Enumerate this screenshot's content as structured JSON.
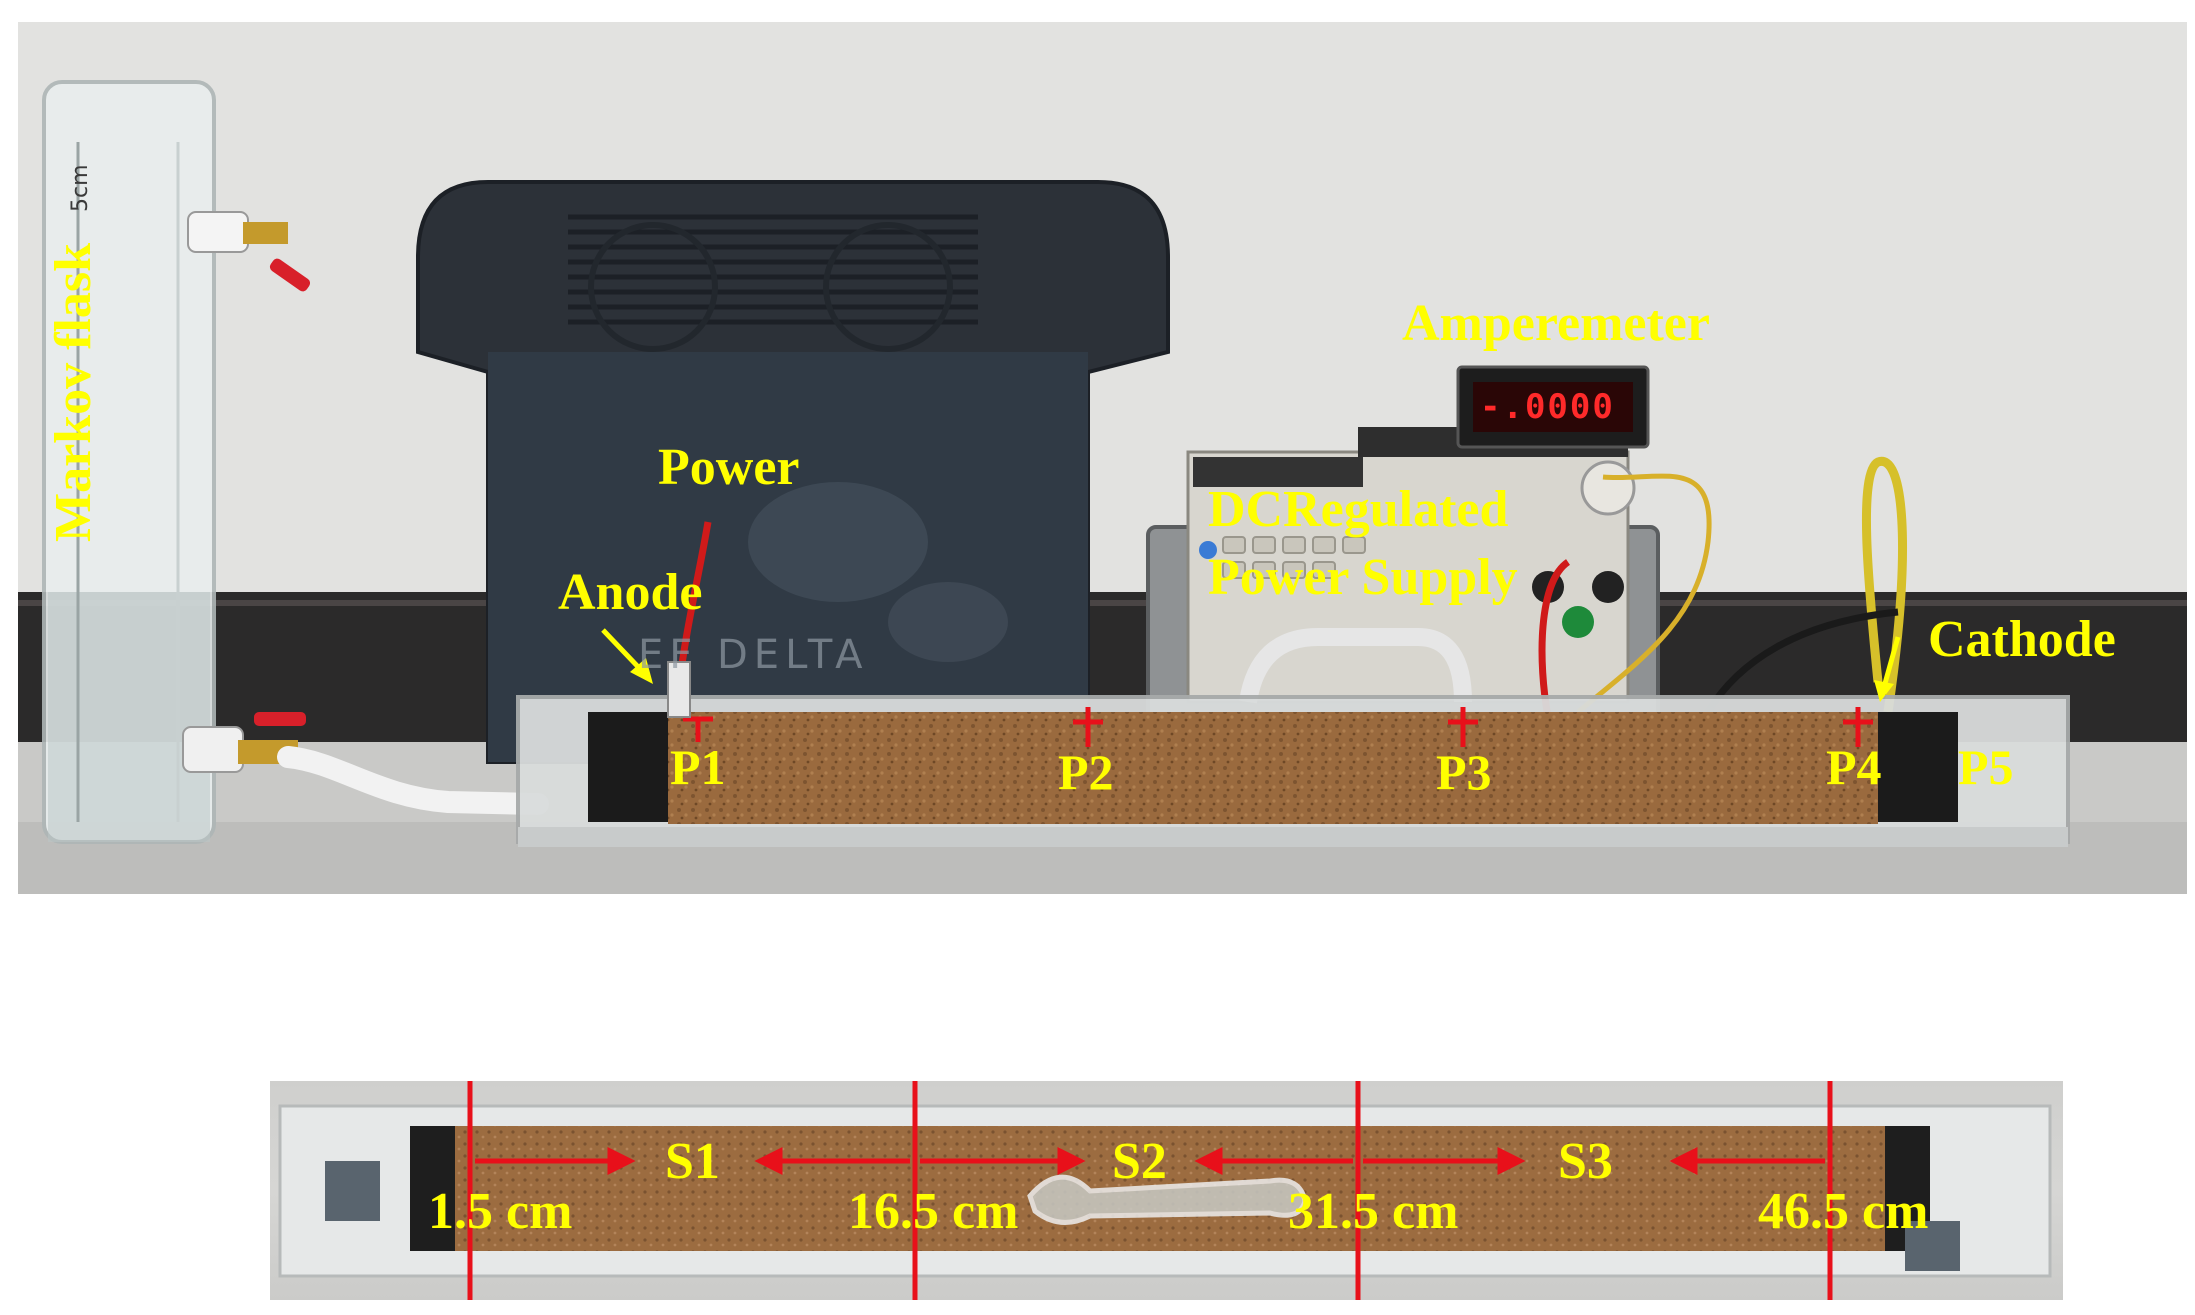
{
  "top_photo": {
    "labels": {
      "markov_flask": "Markov flask",
      "power": "Power",
      "amperemeter": "Amperemeter",
      "dc_regulated": "DCRegulated",
      "power_supply": "Power Supply",
      "anode": "Anode",
      "cathode": "Cathode",
      "p1": "P1",
      "p2": "P2",
      "p3": "P3",
      "p4": "P4",
      "p5": "P5"
    },
    "display_reading": "-.0000",
    "power_brand": "EF DELTA",
    "flask_mark": "5cm"
  },
  "bottom_photo": {
    "labels": {
      "s1": "S1",
      "s2": "S2",
      "s3": "S3",
      "d1": "1.5 cm",
      "d2": "16.5 cm",
      "d3": "31.5 cm",
      "d4": "46.5 cm"
    }
  },
  "colors": {
    "label_yellow": "#ffff00",
    "marker_red": "#e8101a",
    "sand": "#9a6a3e",
    "lcd_red": "#ff2a2a"
  }
}
